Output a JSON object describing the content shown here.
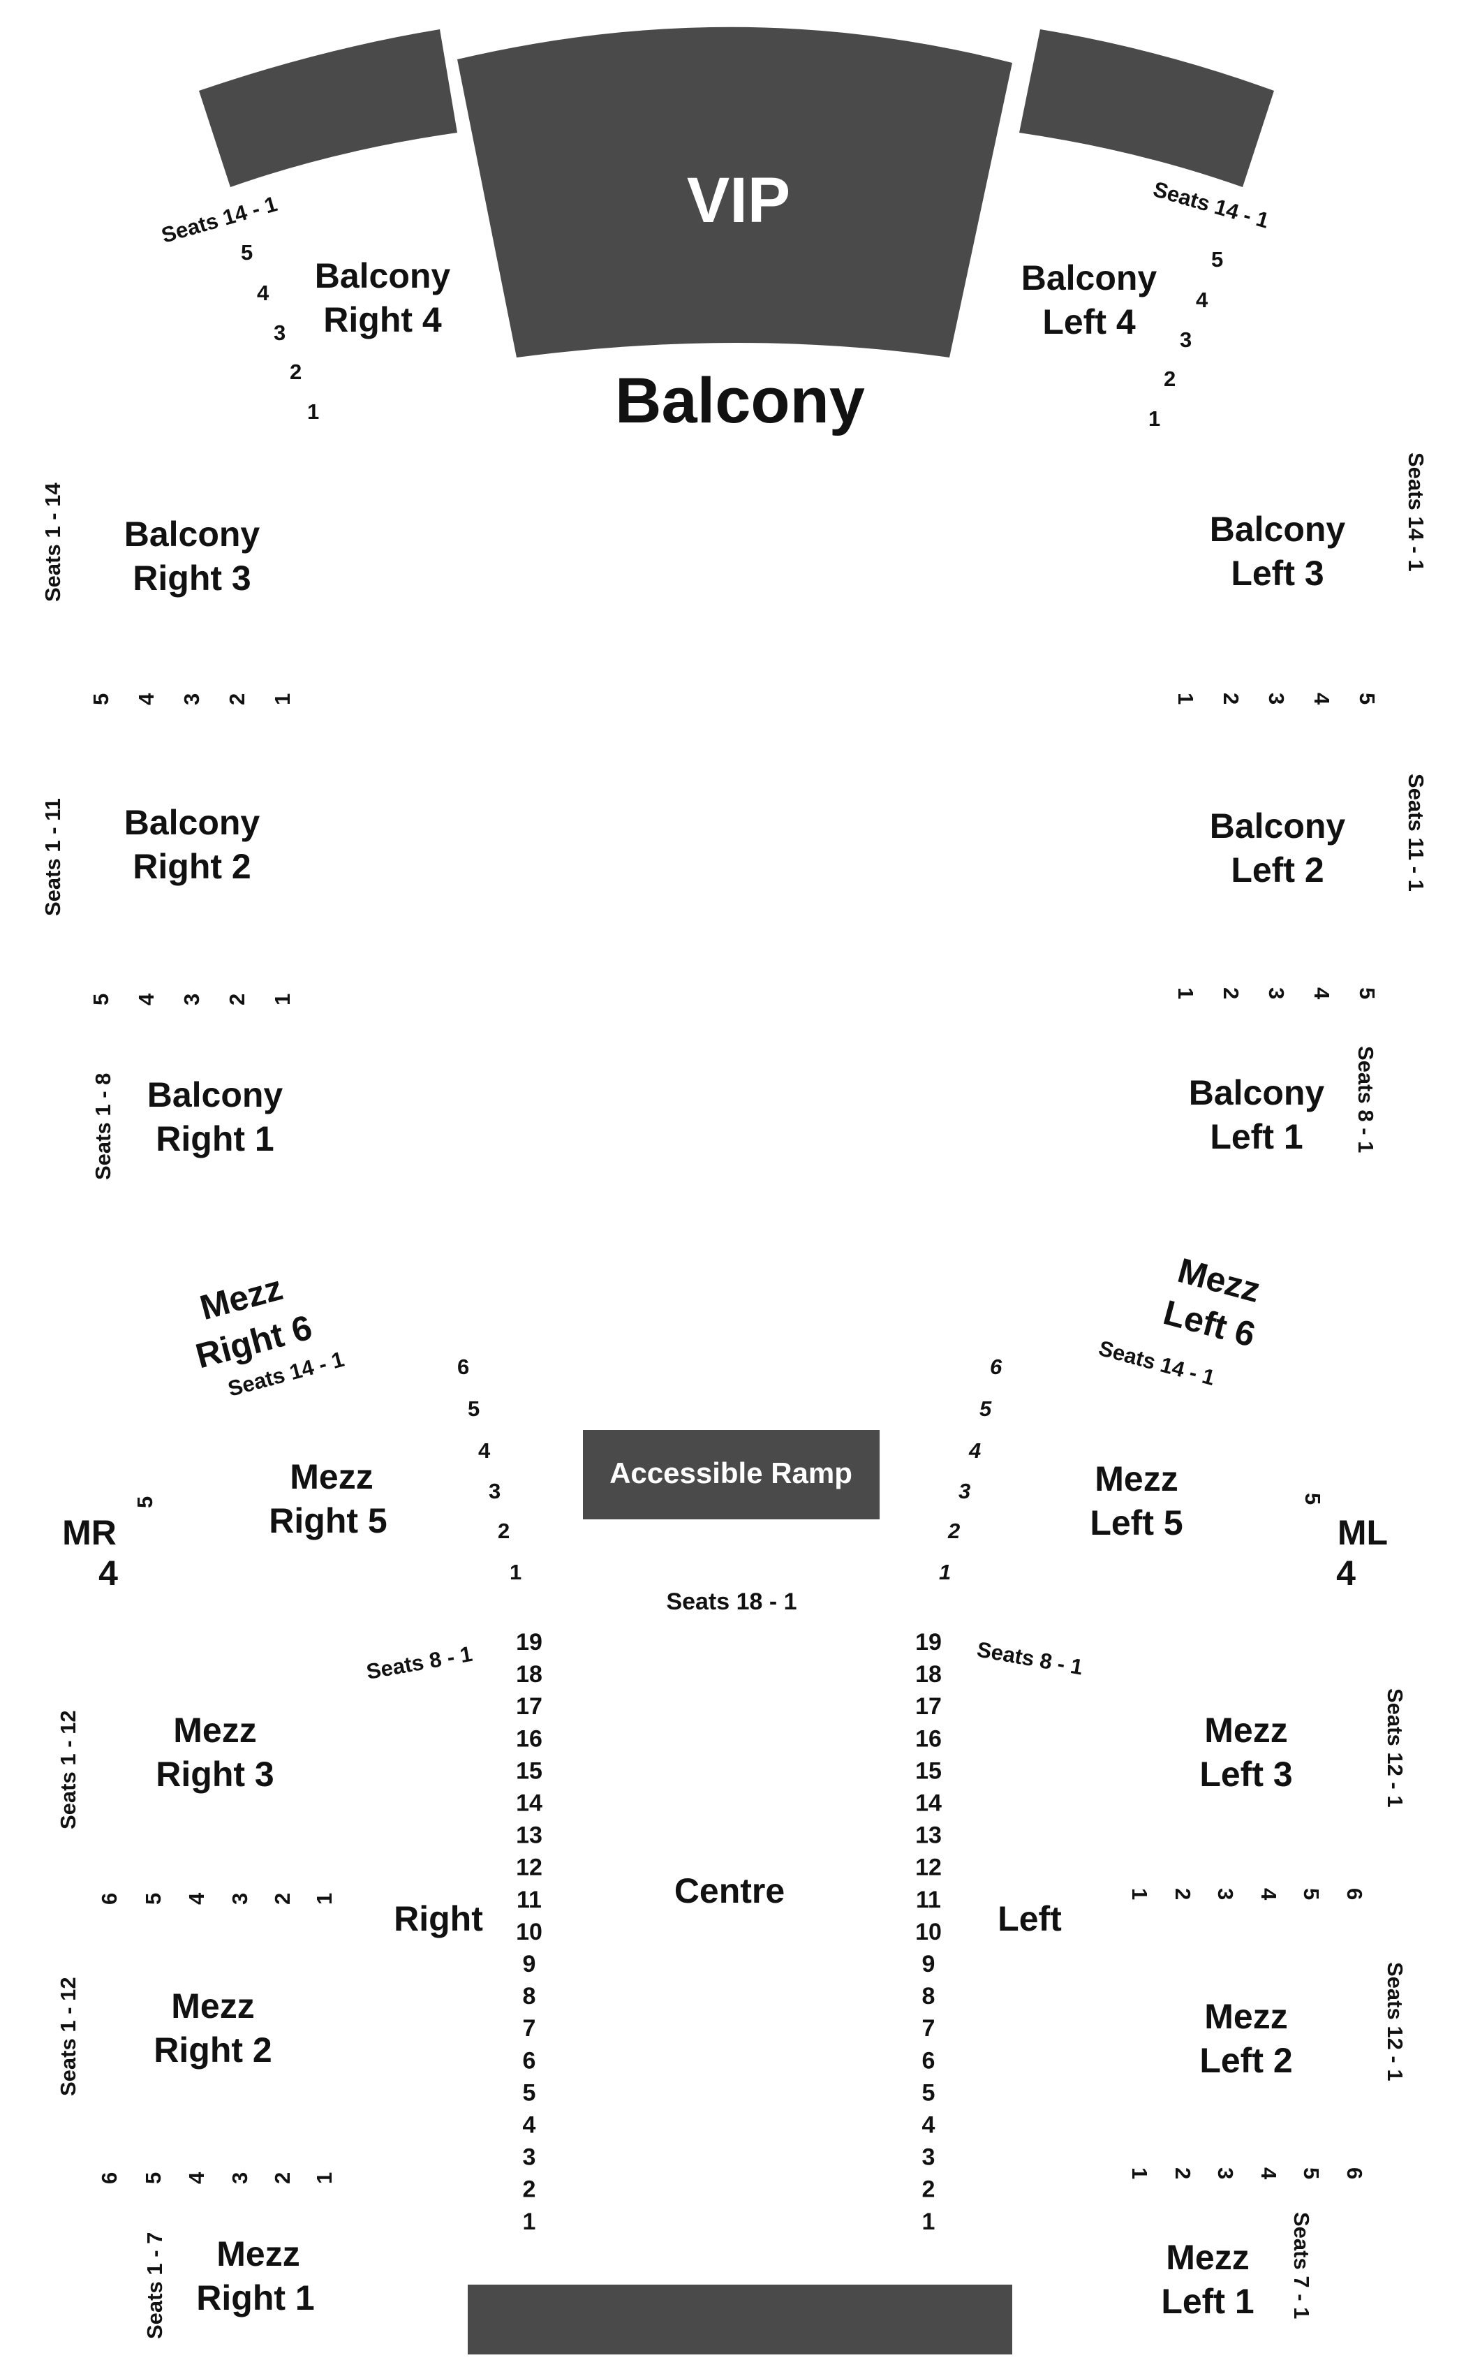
{
  "colors": {
    "area": "#4a4a4a",
    "text": "#111111",
    "background": "#ffffff"
  },
  "balcony": {
    "title": "Balcony",
    "vip_label": "VIP",
    "right4": {
      "line1": "Balcony",
      "line2": "Right 4",
      "seats": "Seats 14 - 1",
      "rows": [
        "5",
        "4",
        "3",
        "2",
        "1"
      ]
    },
    "left4": {
      "line1": "Balcony",
      "line2": "Left 4",
      "seats": "Seats 14 - 1",
      "rows": [
        "5",
        "4",
        "3",
        "2",
        "1"
      ]
    },
    "right3": {
      "line1": "Balcony",
      "line2": "Right 3",
      "seats": "Seats 1 - 14",
      "rows": [
        "5",
        "4",
        "3",
        "2",
        "1"
      ]
    },
    "left3": {
      "line1": "Balcony",
      "line2": "Left 3",
      "seats": "Seats 14 - 1",
      "rows": [
        "1",
        "2",
        "3",
        "4",
        "5"
      ]
    },
    "right2": {
      "line1": "Balcony",
      "line2": "Right 2",
      "seats": "Seats 1 - 11",
      "rows": [
        "5",
        "4",
        "3",
        "2",
        "1"
      ]
    },
    "left2": {
      "line1": "Balcony",
      "line2": "Left 2",
      "seats": "Seats 11 - 1",
      "rows": [
        "1",
        "2",
        "3",
        "4",
        "5"
      ]
    },
    "right1": {
      "line1": "Balcony",
      "line2": "Right 1",
      "seats": "Seats 1 - 8"
    },
    "left1": {
      "line1": "Balcony",
      "line2": "Left 1",
      "seats": "Seats 8 - 1"
    }
  },
  "mezz": {
    "right6": {
      "line1": "Mezz",
      "line2": "Right 6",
      "seats": "Seats 14 - 1"
    },
    "left6": {
      "line1": "Mezz",
      "line2": "Left 6",
      "seats": "Seats 14 - 1"
    },
    "right5": {
      "line1": "Mezz",
      "line2": "Right 5",
      "rows": [
        "6",
        "5",
        "4",
        "3",
        "2",
        "1"
      ]
    },
    "left5": {
      "line1": "Mezz",
      "line2": "Left 5",
      "rows": [
        "6",
        "5",
        "4",
        "3",
        "2",
        "1"
      ]
    },
    "mr4": {
      "line1": "MR",
      "line2": "4",
      "row": "5"
    },
    "ml4": {
      "line1": "ML",
      "line2": "4",
      "row": "5"
    },
    "right3": {
      "line1": "Mezz",
      "line2": "Right 3",
      "seats": "Seats 1 - 12",
      "rows": [
        "6",
        "5",
        "4",
        "3",
        "2",
        "1"
      ]
    },
    "left3": {
      "line1": "Mezz",
      "line2": "Left 3",
      "seats": "Seats 12 - 1",
      "rows": [
        "1",
        "2",
        "3",
        "4",
        "5",
        "6"
      ]
    },
    "right2": {
      "line1": "Mezz",
      "line2": "Right 2",
      "seats": "Seats 1 - 12",
      "rows": [
        "6",
        "5",
        "4",
        "3",
        "2",
        "1"
      ]
    },
    "left2": {
      "line1": "Mezz",
      "line2": "Left 2",
      "seats": "Seats 12 - 1",
      "rows": [
        "1",
        "2",
        "3",
        "4",
        "5",
        "6"
      ]
    },
    "right1": {
      "line1": "Mezz",
      "line2": "Right 1",
      "seats": "Seats 1 - 7"
    },
    "left1": {
      "line1": "Mezz",
      "line2": "Left 1",
      "seats": "Seats 7 - 1"
    }
  },
  "floor": {
    "ramp": "Accessible Ramp",
    "centre": "Centre",
    "centre_seats": "Seats 18 - 1",
    "right": "Right",
    "left": "Left",
    "right_seats": "Seats 8 - 1",
    "left_seats": "Seats 8 - 1",
    "rows": [
      "19",
      "18",
      "17",
      "16",
      "15",
      "14",
      "13",
      "12",
      "11",
      "10",
      "9",
      "8",
      "7",
      "6",
      "5",
      "4",
      "3",
      "2",
      "1"
    ]
  }
}
